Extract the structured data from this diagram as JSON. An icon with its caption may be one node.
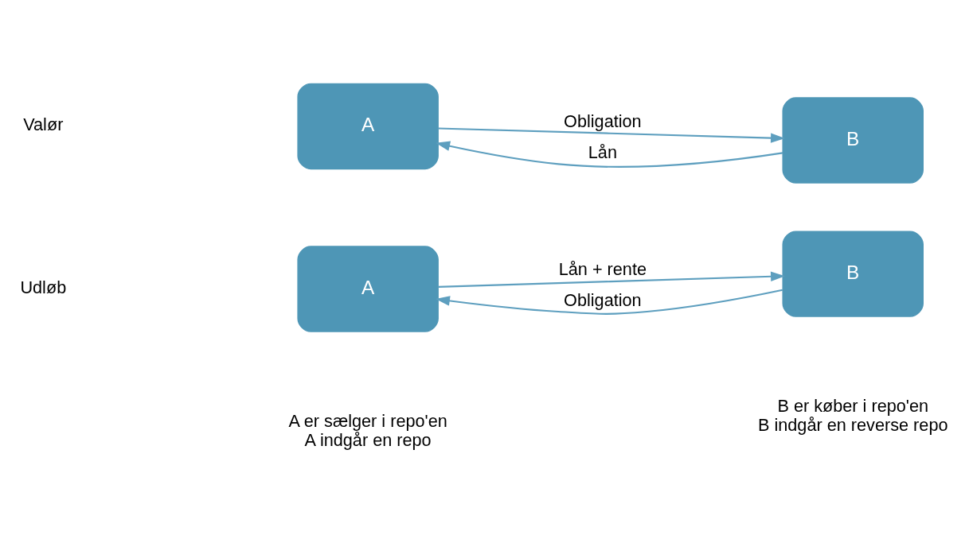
{
  "diagram": {
    "nodes": [
      {
        "text": [
          "A"
        ]
      },
      {
        "text": [
          "B"
        ]
      },
      {
        "text": [
          "A"
        ],
        "beside": [
          "A er sælger i repo'en",
          "A indgår en repo"
        ]
      },
      {
        "text": [
          "B"
        ],
        "beside": [
          "B er køber i repo'en",
          "B indgår en reverse repo"
        ]
      }
    ],
    "edges": [
      {
        "from": 0,
        "to": 1,
        "arrow": "to",
        "label": "Obligation"
      },
      {
        "from": 1,
        "to": 0,
        "arrow": "to",
        "label": "Lån"
      },
      {
        "from": 2,
        "to": 3,
        "arrow": "to",
        "label": "Lån + rente"
      },
      {
        "from": 3,
        "to": 2,
        "arrow": "to",
        "label": "Obligation"
      }
    ],
    "labels": [
      "Valør",
      "Udløb"
    ]
  }
}
